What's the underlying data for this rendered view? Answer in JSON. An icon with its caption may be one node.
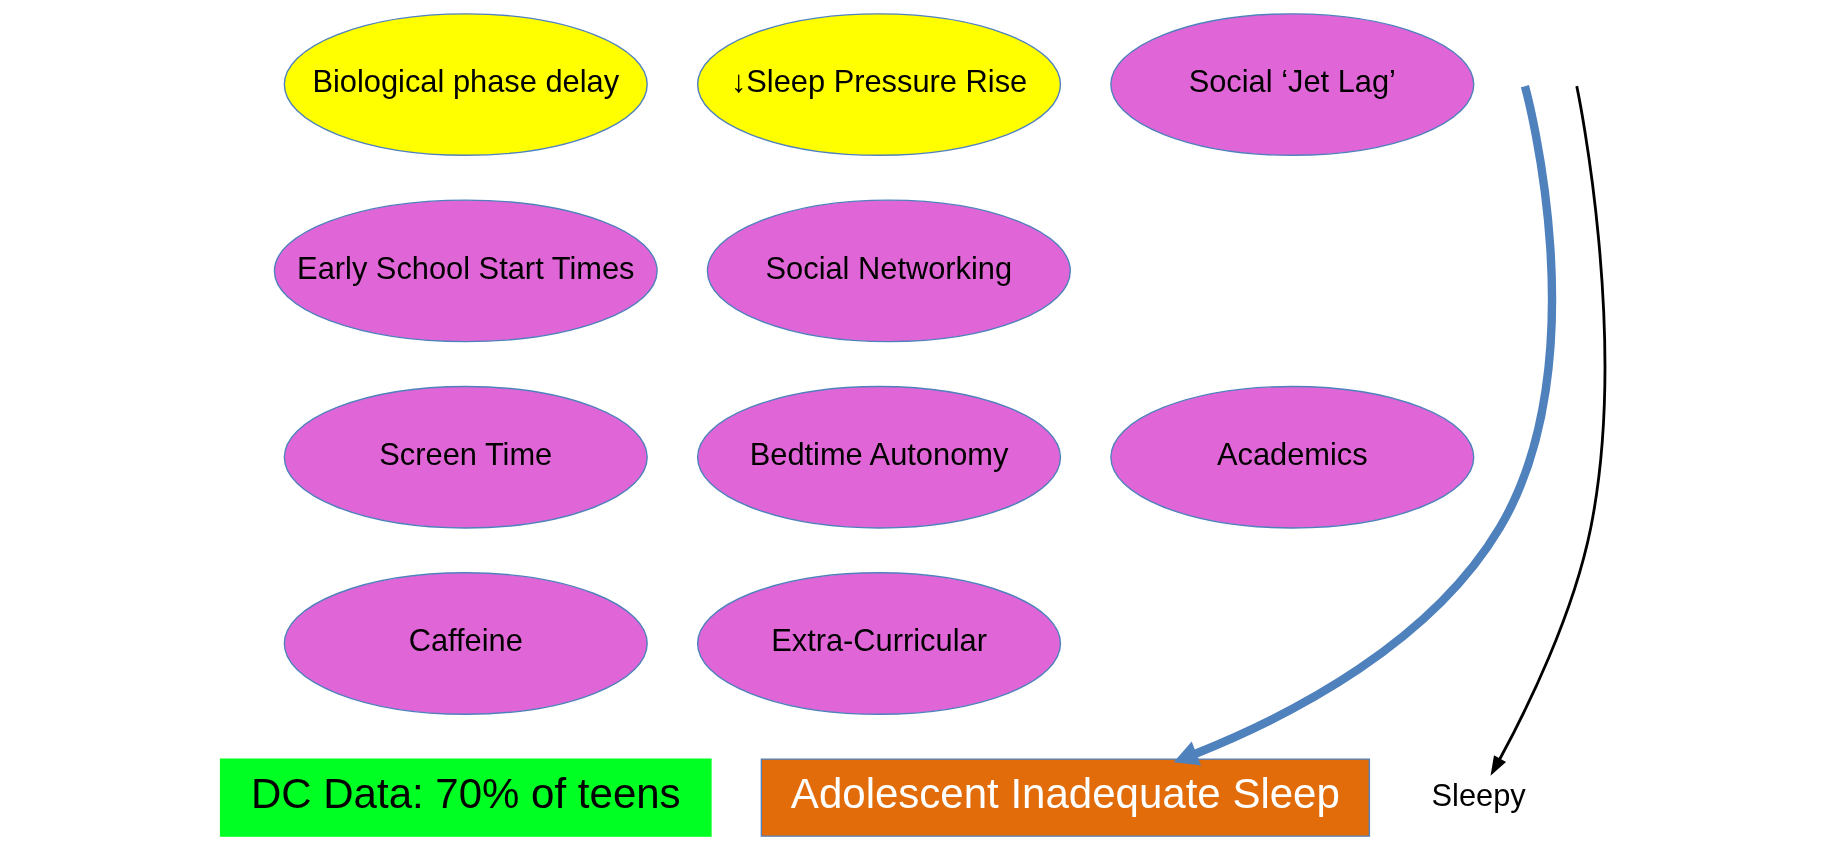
{
  "diagram": {
    "nodes": [
      {
        "text": [
          "Biological phase delay"
        ]
      },
      {
        "text": [
          "↓Sleep Pressure Rise"
        ]
      },
      {
        "text": [
          "Social ‘Jet Lag’"
        ]
      },
      {
        "text": [
          "Early School Start Times"
        ]
      },
      {
        "text": [
          "Social Networking"
        ]
      },
      {
        "text": [
          "Screen Time"
        ]
      },
      {
        "text": [
          "Bedtime Autonomy"
        ]
      },
      {
        "text": [
          "Academics"
        ]
      },
      {
        "text": [
          "Caffeine"
        ]
      },
      {
        "text": [
          "Extra-Curricular"
        ]
      },
      {
        "text": [
          "DC Data: 70% of teens"
        ]
      },
      {
        "text": [
          "Adolescent Inadequate Sleep"
        ]
      },
      {
        "text": [
          "Sleepy"
        ]
      }
    ],
    "edges": [
      {
        "from": null,
        "to": 11,
        "arrow": "to",
        "style": "thick",
        "color": "#4f81bd"
      },
      {
        "from": null,
        "to": 12,
        "arrow": "to",
        "color": "#000000"
      }
    ]
  }
}
